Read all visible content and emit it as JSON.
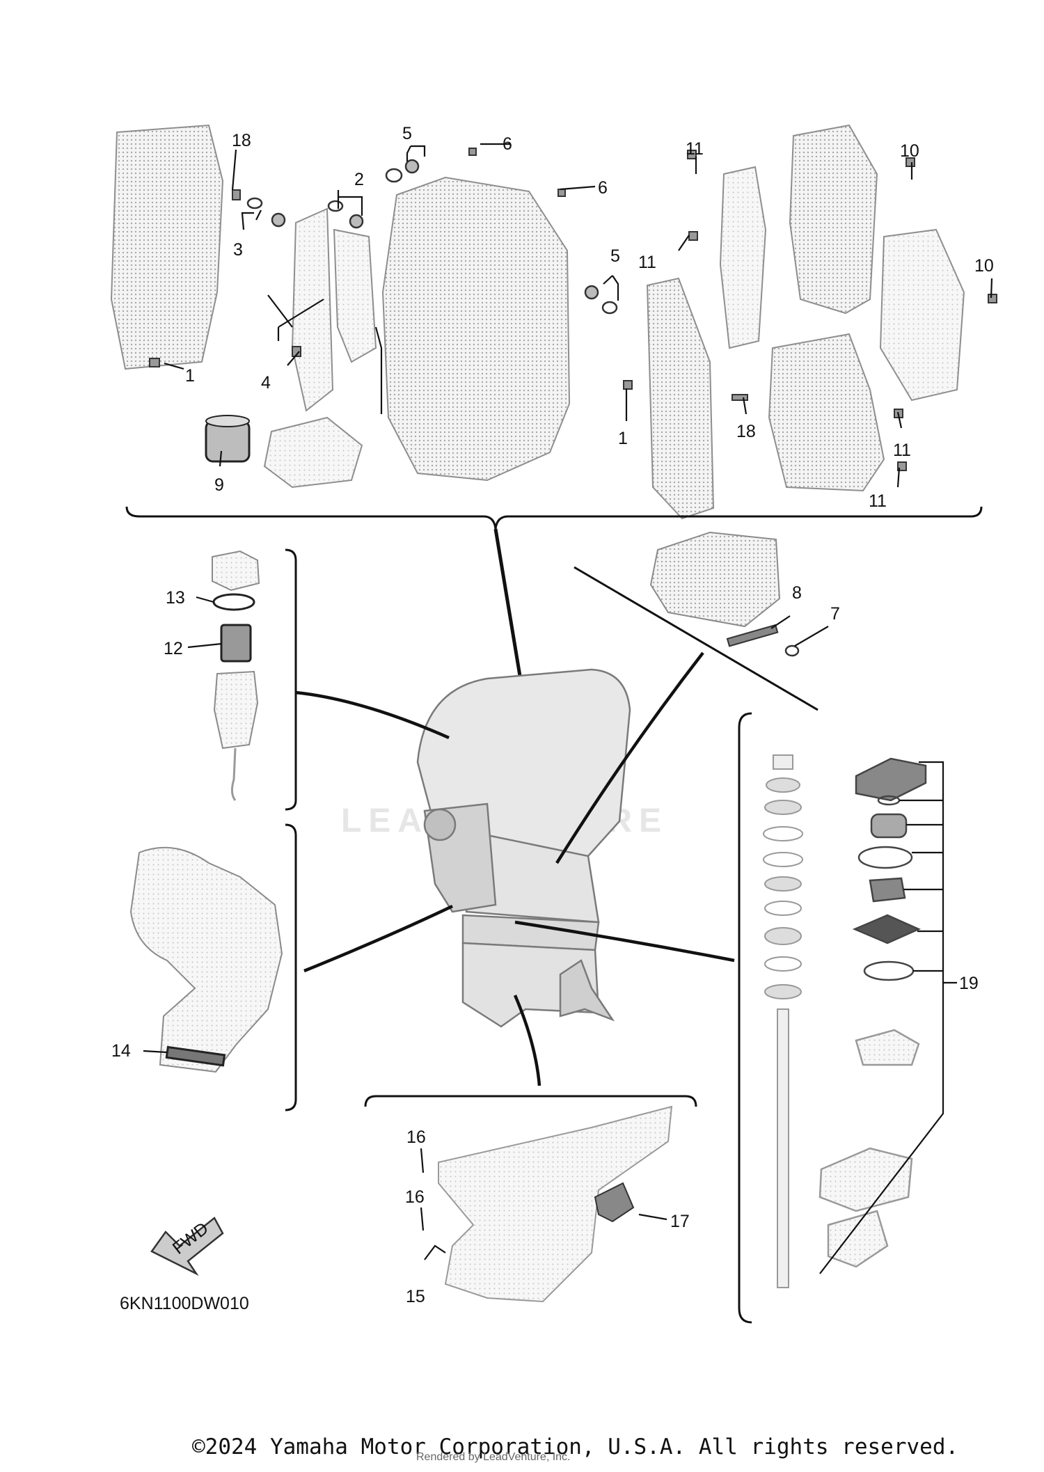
{
  "diagram": {
    "watermark": "LEADVENTURE",
    "drawing_code": "6KN1100DW010",
    "fwd_label": "FWD",
    "callouts": {
      "c1a": "1",
      "c1b": "1",
      "c2": "2",
      "c3": "3",
      "c4": "4",
      "c5a": "5",
      "c5b": "5",
      "c6a": "6",
      "c6b": "6",
      "c7": "7",
      "c8": "8",
      "c9": "9",
      "c10a": "10",
      "c10b": "10",
      "c11a": "11",
      "c11b": "11",
      "c11c": "11",
      "c11d": "11",
      "c12": "12",
      "c13": "13",
      "c14": "14",
      "c15": "15",
      "c16a": "16",
      "c16b": "16",
      "c17": "17",
      "c18a": "18",
      "c18b": "18",
      "c19": "19"
    }
  },
  "footer": {
    "copyright": "©2024 Yamaha Motor Corporation, U.S.A. All rights reserved.",
    "rendered_by": "Rendered by LeadVenture, Inc."
  },
  "colors": {
    "line": "#111111",
    "part_fill": "#eeeeee",
    "part_stroke": "#9a9a9a"
  }
}
